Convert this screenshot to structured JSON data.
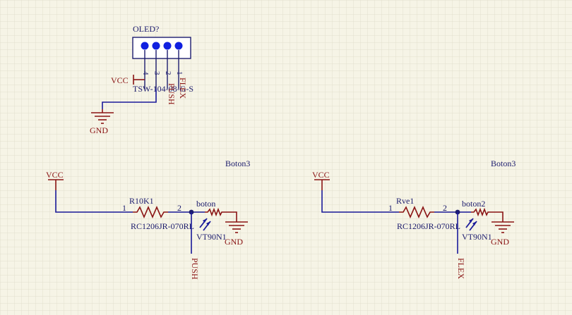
{
  "connector": {
    "designator": "OLED?",
    "part": "TSW-104-08-G-S",
    "pins": [
      "4",
      "3",
      "2",
      "1"
    ],
    "pin_nets": [
      "PUSH",
      "FLEX"
    ]
  },
  "power": {
    "vcc": "VCC",
    "gnd": "GND"
  },
  "circuit_left": {
    "sheet_label": "Boton3",
    "resistor_name": "R10K1",
    "resistor_part": "RC1206JR-070RL",
    "pin1": "1",
    "pin2": "2",
    "switch_name": "boton",
    "switch_part": "VT90N1",
    "net": "PUSH"
  },
  "circuit_right": {
    "sheet_label": "Boton3",
    "resistor_name": "Rve1",
    "resistor_part": "RC1206JR-070RL",
    "pin1": "1",
    "pin2": "2",
    "switch_name": "boton2",
    "switch_part": "VT90N1",
    "net": "FLEX"
  },
  "colors": {
    "background": "#f6f4e6",
    "wire": "#1a1a9a",
    "component": "#8a1414",
    "pin_dot": "#1020e0"
  }
}
